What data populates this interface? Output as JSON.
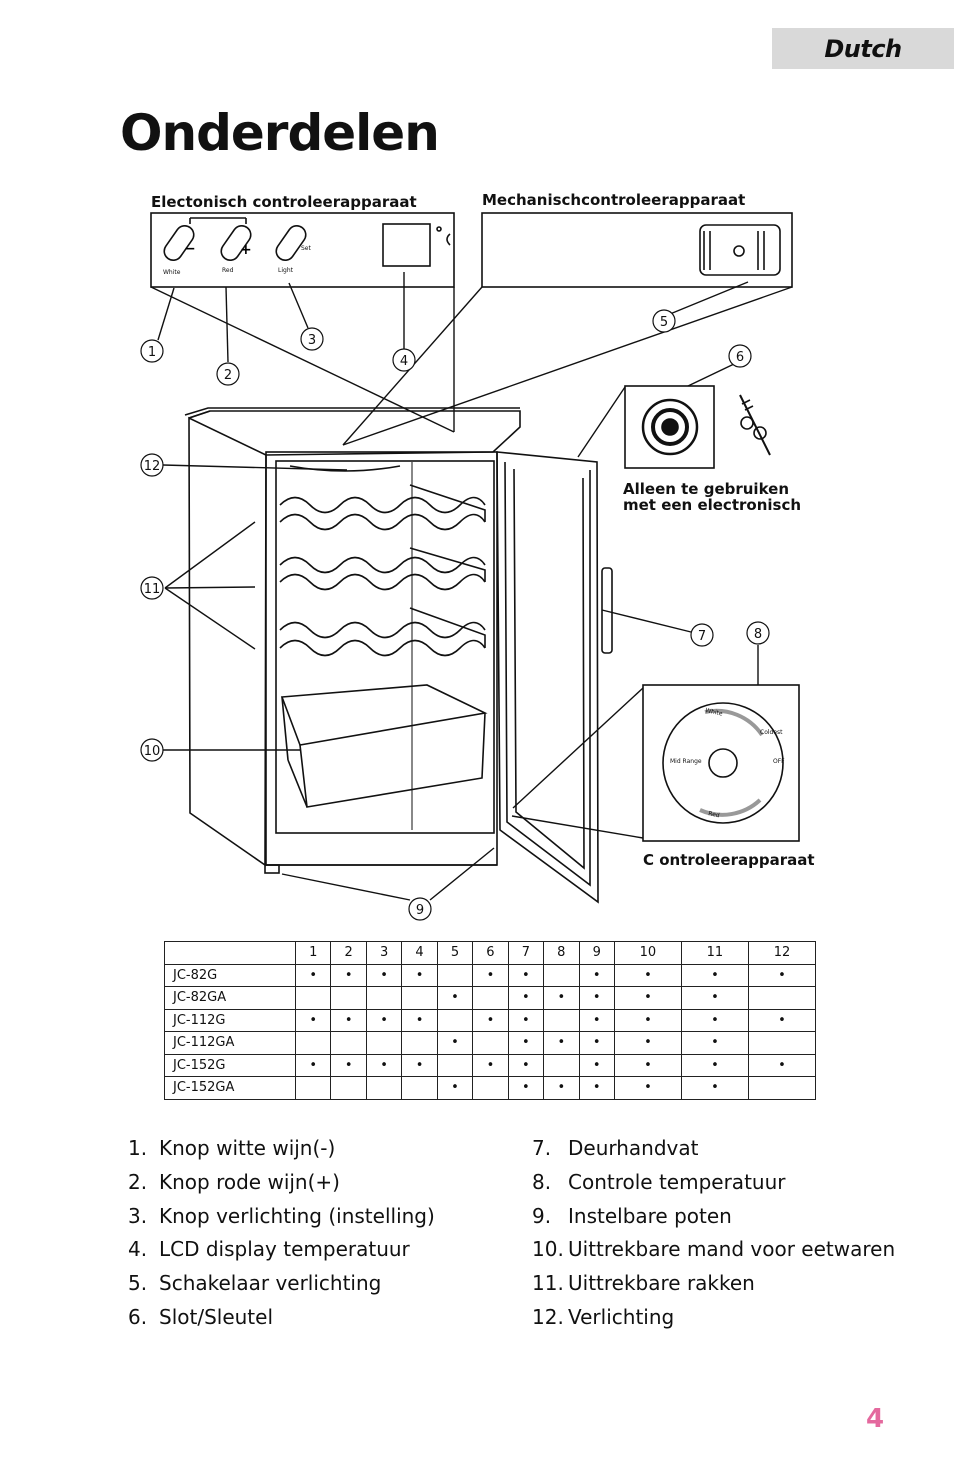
{
  "header": {
    "language": "Dutch",
    "title": "Onderdelen"
  },
  "diagram": {
    "label_electronic": "Electonisch controleerapparaat",
    "label_mechanical": "Mechanischcontroleerapparaat",
    "label_lock_note_line1": "Alleen te gebruiken",
    "label_lock_note_line2": "met een electronisch",
    "label_control": "C ontroleerapparaat",
    "panel_white": "White",
    "panel_red": "Red",
    "panel_light": "Light",
    "panel_set": "Set",
    "dial_white": "White",
    "dial_coldest": "Coldest",
    "dial_mid": "Mid Range",
    "dial_off": "OFF",
    "dial_red": "Red",
    "callouts": [
      "1",
      "2",
      "3",
      "4",
      "5",
      "6",
      "7",
      "8",
      "9",
      "10",
      "11",
      "12"
    ]
  },
  "table": {
    "columns": [
      "1",
      "2",
      "3",
      "4",
      "5",
      "6",
      "7",
      "8",
      "9",
      "10",
      "11",
      "12"
    ],
    "bullet": "•",
    "rows": [
      {
        "model": "JC-82G",
        "marks": [
          1,
          1,
          1,
          1,
          0,
          1,
          1,
          0,
          1,
          1,
          1,
          1
        ]
      },
      {
        "model": "JC-82GA",
        "marks": [
          0,
          0,
          0,
          0,
          1,
          0,
          1,
          1,
          1,
          1,
          1,
          0
        ]
      },
      {
        "model": "JC-112G",
        "marks": [
          1,
          1,
          1,
          1,
          0,
          1,
          1,
          0,
          1,
          1,
          1,
          1
        ]
      },
      {
        "model": "JC-112GA",
        "marks": [
          0,
          0,
          0,
          0,
          1,
          0,
          1,
          1,
          1,
          1,
          1,
          0
        ]
      },
      {
        "model": "JC-152G",
        "marks": [
          1,
          1,
          1,
          1,
          0,
          1,
          1,
          0,
          1,
          1,
          1,
          1
        ]
      },
      {
        "model": "JC-152GA",
        "marks": [
          0,
          0,
          0,
          0,
          1,
          0,
          1,
          1,
          1,
          1,
          1,
          0
        ]
      }
    ]
  },
  "legend": {
    "left": [
      {
        "n": "1.",
        "text": "Knop witte wijn(-)"
      },
      {
        "n": "2.",
        "text": "Knop rode wijn(+)"
      },
      {
        "n": "3.",
        "text": "Knop verlichting (instelling)"
      },
      {
        "n": "4.",
        "text": "LCD display temperatuur"
      },
      {
        "n": "5.",
        "text": "Schakelaar verlichting"
      },
      {
        "n": "6.",
        "text": "Slot/Sleutel"
      }
    ],
    "right": [
      {
        "n": "7.",
        "text": "Deurhandvat"
      },
      {
        "n": "8.",
        "text": "Controle temperatuur"
      },
      {
        "n": "9.",
        "text": "Instelbare poten"
      },
      {
        "n": "10.",
        "text": "Uittrekbare mand voor eetwaren"
      },
      {
        "n": "11.",
        "text": "Uittrekbare rakken"
      },
      {
        "n": "12.",
        "text": "Verlichting"
      }
    ]
  },
  "page_number": "4"
}
